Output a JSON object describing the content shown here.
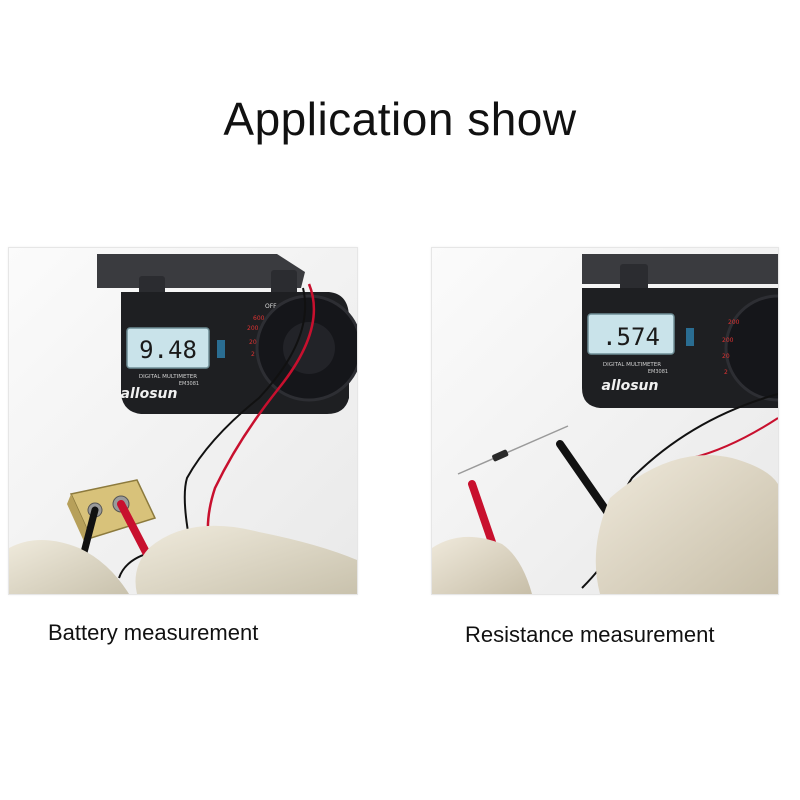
{
  "title": "Application show",
  "photos": [
    {
      "caption": "Battery measurement",
      "display_reading": "9.48",
      "brand_logo": "allosun",
      "model_text": "DIGITAL MULTIMETER",
      "model_code": "EM3081"
    },
    {
      "caption": "Resistance measurement",
      "display_reading": ".574",
      "brand_logo": "allosun",
      "model_text": "DIGITAL MULTIMETER",
      "model_code": "EM3081"
    }
  ],
  "colors": {
    "meter_body": "#1e1f22",
    "lcd": "#c9e3ea",
    "probe_red": "#c8102e",
    "probe_black": "#111111",
    "glove": "#d9d4c4",
    "battery": "#d8c27a",
    "accent_blue": "#2f8fc2"
  }
}
